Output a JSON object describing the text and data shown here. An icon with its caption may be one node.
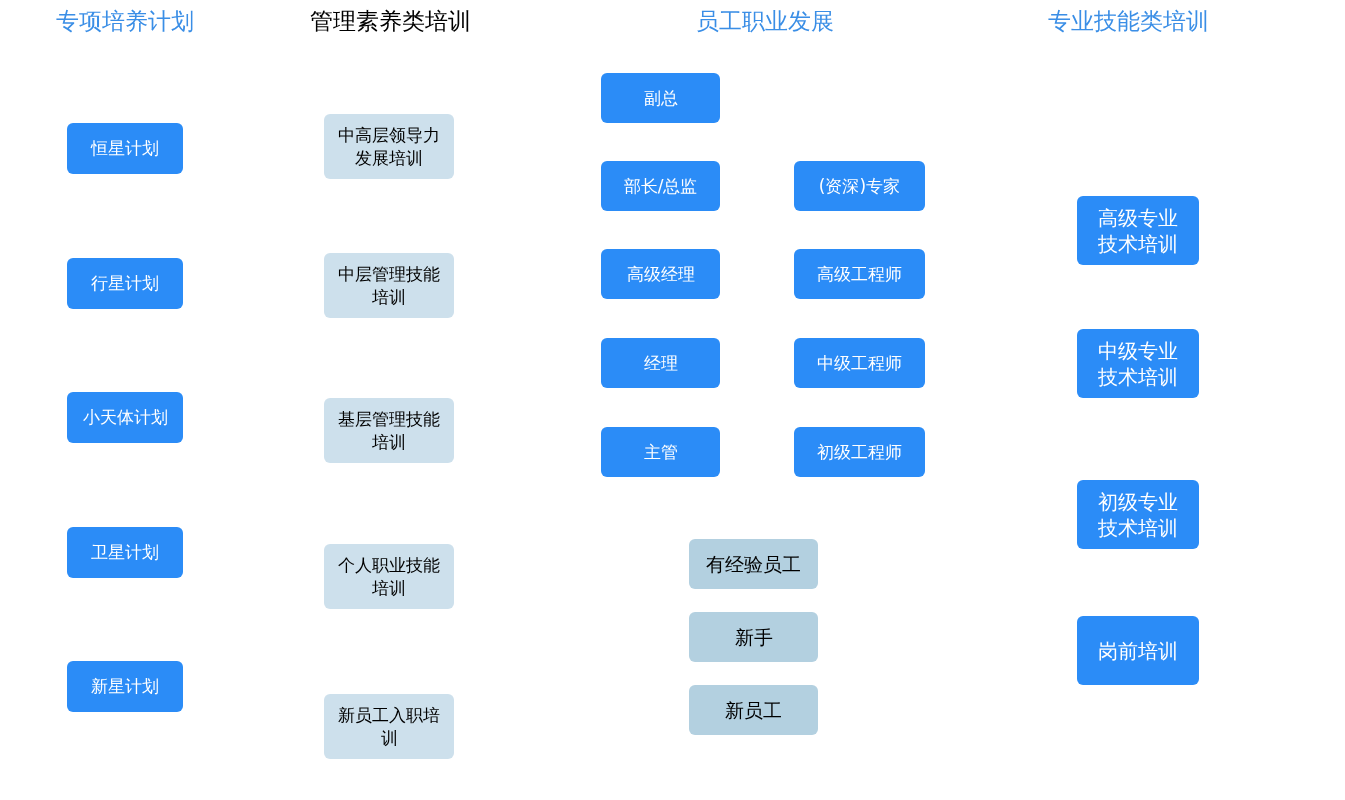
{
  "diagram": {
    "nodes": [
      {
        "text": [
          "恒星计划"
        ]
      },
      {
        "text": [
          "行星计划"
        ]
      },
      {
        "text": [
          "小天体计划"
        ]
      },
      {
        "text": [
          "卫星计划"
        ]
      },
      {
        "text": [
          "新星计划"
        ]
      },
      {
        "text": [
          "中高层领导力发展培训"
        ]
      },
      {
        "text": [
          "中层管理技能培训"
        ]
      },
      {
        "text": [
          "基层管理技能培训"
        ]
      },
      {
        "text": [
          "个人职业技能培训"
        ]
      },
      {
        "text": [
          "新员工入职培训"
        ]
      },
      {
        "text": [
          "副总"
        ]
      },
      {
        "text": [
          "部长/总监"
        ]
      },
      {
        "text": [
          "(资深)专家"
        ]
      },
      {
        "text": [
          "高级经理"
        ]
      },
      {
        "text": [
          "高级工程师"
        ]
      },
      {
        "text": [
          "经理"
        ]
      },
      {
        "text": [
          "中级工程师"
        ]
      },
      {
        "text": [
          "主管"
        ]
      },
      {
        "text": [
          "初级工程师"
        ]
      },
      {
        "text": [
          "有经验员工"
        ]
      },
      {
        "text": [
          "新手"
        ]
      },
      {
        "text": [
          "新员工"
        ]
      },
      {
        "text": [
          "高级专业技术培训"
        ]
      },
      {
        "text": [
          "中级专业技术培训"
        ]
      },
      {
        "text": [
          "初级专业技术培训"
        ]
      },
      {
        "text": [
          "岗前培训"
        ]
      }
    ],
    "labels": [
      "专项培养计划",
      "管理素养类培训",
      "员工职业发展",
      "专业技能类培训"
    ]
  }
}
